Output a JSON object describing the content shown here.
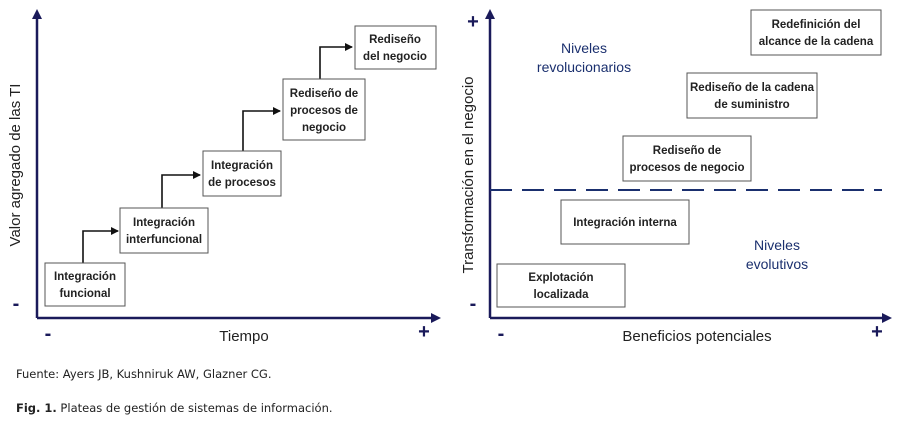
{
  "colors": {
    "axis": "#1a1a5a",
    "level_text": "#1a2f6e",
    "box_border": "#555555",
    "dashed_line": "#1a2f6e"
  },
  "left_diagram": {
    "y_axis_label": "Valor agregado de las TI",
    "x_axis_label": "Tiempo",
    "y_minus": "-",
    "x_minus": "-",
    "x_plus": "+",
    "steps": [
      {
        "lines": [
          "Integración",
          "funcional"
        ]
      },
      {
        "lines": [
          "Integración",
          "interfuncional"
        ]
      },
      {
        "lines": [
          "Integración",
          "de procesos"
        ]
      },
      {
        "lines": [
          "Rediseño de",
          "procesos de",
          "negocio"
        ]
      },
      {
        "lines": [
          "Rediseño",
          "del negocio"
        ]
      }
    ]
  },
  "right_diagram": {
    "y_axis_label": "Transformación en el negocio",
    "x_axis_label": "Beneficios potenciales",
    "y_plus": "+",
    "y_minus": "-",
    "x_minus": "-",
    "x_plus": "+",
    "upper_region": {
      "lines": [
        "Niveles",
        "revolucionarios"
      ]
    },
    "lower_region": {
      "lines": [
        "Niveles",
        "evolutivos"
      ]
    },
    "boxes": [
      {
        "lines": [
          "Explotación",
          "localizada"
        ]
      },
      {
        "lines": [
          "Integración interna"
        ]
      },
      {
        "lines": [
          "Rediseño de",
          "procesos de negocio"
        ]
      },
      {
        "lines": [
          "Rediseño de la cadena",
          "de suministro"
        ]
      },
      {
        "lines": [
          "Redefinición del",
          "alcance de la cadena"
        ]
      }
    ]
  },
  "source_text": "Fuente: Ayers JB, Kushniruk AW, Glazner CG.",
  "caption": {
    "label": "Fig. 1.",
    "text": " Plateas de gestión de sistemas de información."
  }
}
